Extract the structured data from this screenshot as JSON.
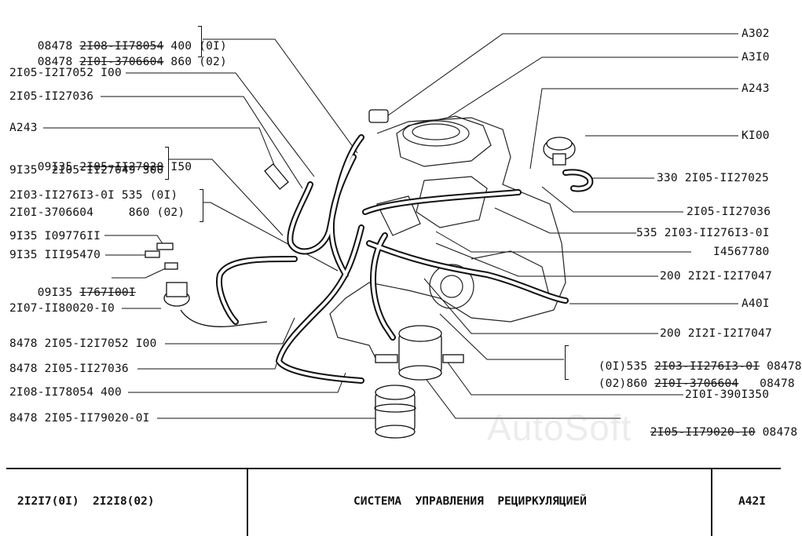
{
  "labels_left": [
    {
      "id": "l1",
      "prefix": "08478 ",
      "struck": "2I08-II78054",
      "suffix": " 400 (0I)"
    },
    {
      "id": "l2",
      "prefix": "08478 ",
      "struck": "2I0I-3706604",
      "suffix": " 860 (02)"
    },
    {
      "id": "l3",
      "text": "2I05-I2I7052 I00"
    },
    {
      "id": "l4",
      "text": "2I05-II27036"
    },
    {
      "id": "l5",
      "text": "A243"
    },
    {
      "id": "l6",
      "prefix": "09I35 ",
      "struck": "2I05-II27020",
      "suffix": " I50"
    },
    {
      "id": "l7",
      "text": "9I35  2I05-II27049 300"
    },
    {
      "id": "l8",
      "text": "2I03-II276I3-0I 535 (0I)"
    },
    {
      "id": "l9",
      "text": "2I0I-3706604     860 (02)"
    },
    {
      "id": "l10",
      "text": "9I35 I09776II"
    },
    {
      "id": "l11",
      "text": "9I35 III95470"
    },
    {
      "id": "l12",
      "prefix": "09I35 ",
      "struck": "I767I00I",
      "suffix": ""
    },
    {
      "id": "l13",
      "text": "2I07-II80020-I0"
    },
    {
      "id": "l14",
      "text": "8478 2I05-I2I7052 I00"
    },
    {
      "id": "l15",
      "text": "8478 2I05-II27036"
    },
    {
      "id": "l16",
      "text": "2I08-II78054 400"
    },
    {
      "id": "l17",
      "text": "8478 2I05-II79020-0I"
    }
  ],
  "labels_right": [
    {
      "id": "r1",
      "text": "A302"
    },
    {
      "id": "r2",
      "text": "A3I0"
    },
    {
      "id": "r3",
      "text": "A243"
    },
    {
      "id": "r4",
      "text": "KI00"
    },
    {
      "id": "r5",
      "text": "330 2I05-II27025"
    },
    {
      "id": "r6",
      "text": "2I05-II27036"
    },
    {
      "id": "r7",
      "text": "535 2I03-II276I3-0I"
    },
    {
      "id": "r8",
      "text": "I4567780"
    },
    {
      "id": "r9",
      "text": "200 2I2I-I2I7047"
    },
    {
      "id": "r10",
      "text": "A40I"
    },
    {
      "id": "r11",
      "text": "200 2I2I-I2I7047"
    },
    {
      "id": "r12",
      "prefix": "(0I)535 ",
      "struck": "2I03-II276I3-0I",
      "suffix": " 08478"
    },
    {
      "id": "r13",
      "prefix": "(02)860 ",
      "struck": "2I0I-3706604",
      "suffix": "   08478"
    },
    {
      "id": "r14",
      "text": "2I0I-390I350"
    },
    {
      "id": "r15",
      "prefix": "",
      "struck": "2I05-II79020-I0",
      "suffix": " 08478"
    }
  ],
  "watermark": "AutoSoft",
  "title_block": {
    "models": "2I2I7(0I)  2I2I8(02)",
    "title": "СИСТЕМА  УПРАВЛЕНИЯ  РЕЦИРКУЛЯЦИЕЙ",
    "sheet": "A42I"
  }
}
